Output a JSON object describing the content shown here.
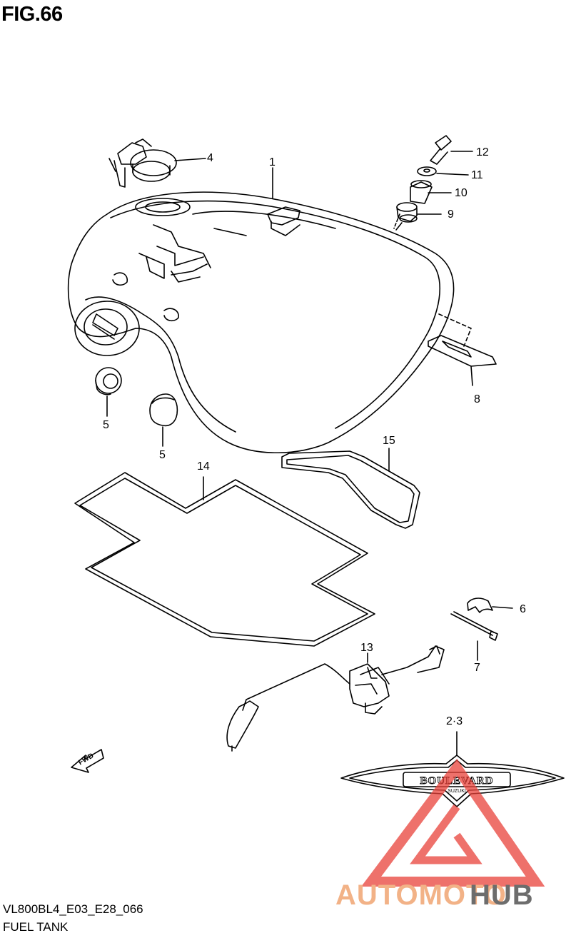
{
  "figure": {
    "title": "FIG.66"
  },
  "callouts": [
    {
      "id": "c1",
      "label": "1"
    },
    {
      "id": "c4",
      "label": "4"
    },
    {
      "id": "c12",
      "label": "12"
    },
    {
      "id": "c11",
      "label": "11"
    },
    {
      "id": "c10",
      "label": "10"
    },
    {
      "id": "c9",
      "label": "9"
    },
    {
      "id": "c8",
      "label": "8"
    },
    {
      "id": "c5a",
      "label": "5"
    },
    {
      "id": "c5b",
      "label": "5"
    },
    {
      "id": "c15",
      "label": "15"
    },
    {
      "id": "c14",
      "label": "14"
    },
    {
      "id": "c6",
      "label": "6"
    },
    {
      "id": "c7",
      "label": "7"
    },
    {
      "id": "c13",
      "label": "13"
    },
    {
      "id": "c23",
      "label": "2·3"
    }
  ],
  "direction_marker": {
    "label": "FWD"
  },
  "emblem": {
    "text": "BOULEVARD",
    "subtext": "SUZUKI"
  },
  "footer": {
    "model_code": "VL800BL4_E03_E28_066",
    "part_group": "FUEL TANK"
  },
  "watermark": {
    "text_colored": "AUTOMOTO",
    "text_gray": "HUB",
    "accent_color": "#e8413a"
  }
}
